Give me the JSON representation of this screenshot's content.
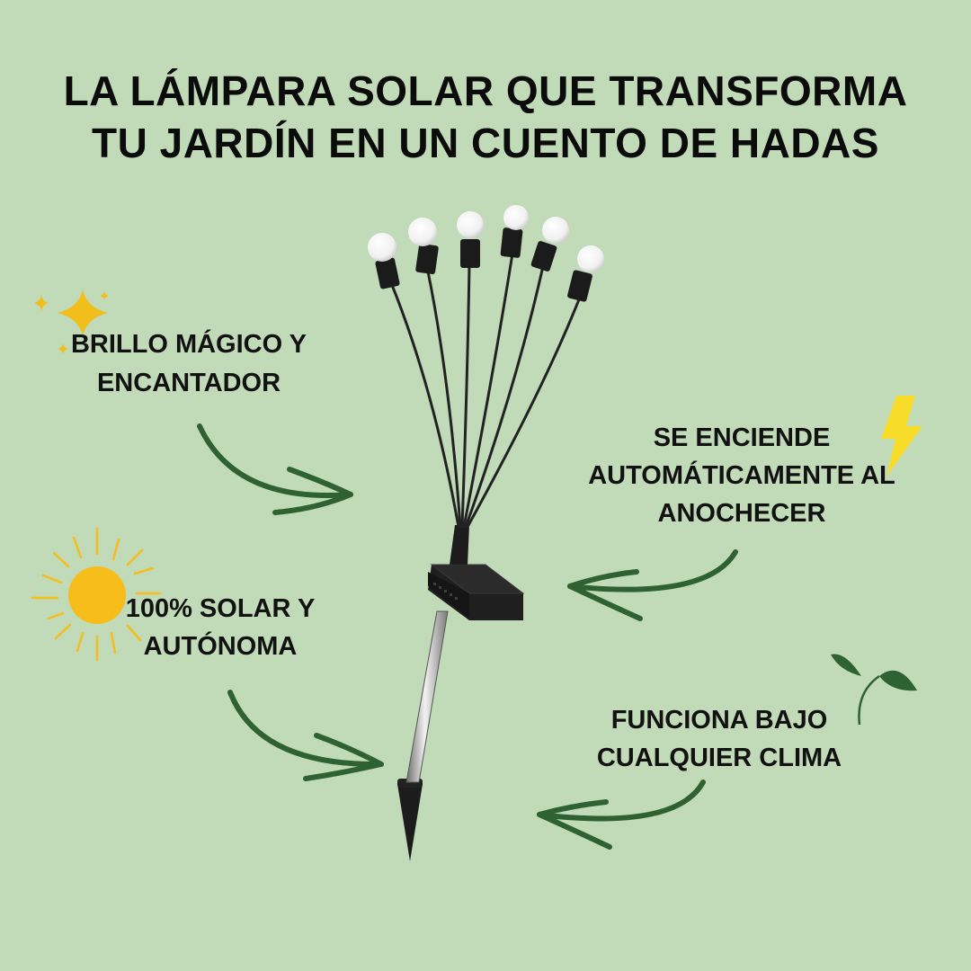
{
  "title": {
    "line1": "LA LÁMPARA SOLAR QUE TRANSFORMA",
    "line2": "TU JARDÍN EN UN CUENTO DE HADAS"
  },
  "features": {
    "brillo": {
      "line1": "BRILLO MÁGICO Y",
      "line2": "ENCANTADOR",
      "icon": "sparkle-icon"
    },
    "enciende": {
      "line1": "SE ENCIENDE",
      "line2": "AUTOMÁTICAMENTE AL",
      "line3": "ANOCHECER",
      "icon": "lightning-icon"
    },
    "solar": {
      "line1": "100% SOLAR Y",
      "line2": "AUTÓNOMA",
      "icon": "sun-icon"
    },
    "clima": {
      "line1": "FUNCIONA BAJO",
      "line2": "CUALQUIER CLIMA",
      "icon": "sprout-icon"
    }
  },
  "colors": {
    "background": "#c1dab8",
    "arrow": "#2f6232",
    "sun": "#f7bd1a",
    "text": "#111111"
  }
}
